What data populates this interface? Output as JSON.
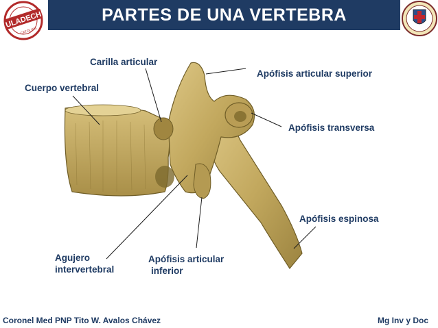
{
  "header": {
    "title": "PARTES DE UNA VERTEBRA",
    "title_bar_color": "#1f3b63",
    "logo_left_text": "ULADECH",
    "logo_left_subtext": "CATÓLICA",
    "logo_right_icon": "cross-shield-emblem"
  },
  "labels": {
    "carilla": "Carilla articular",
    "cuerpo": "Cuerpo vertebral",
    "sup": "Apófisis articular superior",
    "transversa": "Apófisis transversa",
    "espinosa": "Apófisis espinosa",
    "agujero_1": "Agujero",
    "agujero_2": "intervertebral",
    "inferior_1": "Apófisis articular",
    "inferior_2": "inferior"
  },
  "footer": {
    "left": "Coronel  Med PNP Tito W. Avalos Chávez",
    "right": "Mg  Inv y Doc"
  },
  "colors": {
    "label_text": "#1f3b63",
    "bone": "#c9b06a",
    "bone_shadow": "#8a7434",
    "leader_line": "#1a1a1a"
  }
}
